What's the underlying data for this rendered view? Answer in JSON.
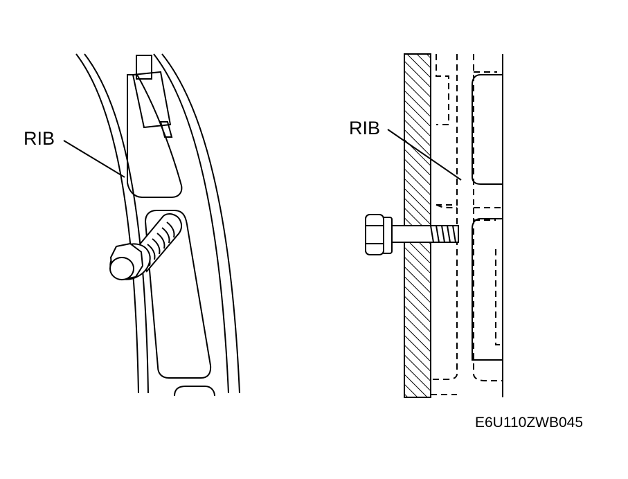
{
  "labels": {
    "left_rib": "RIB",
    "right_rib": "RIB",
    "figure_code": "E6U110ZWB045"
  },
  "colors": {
    "ink": "#000000",
    "paper": "#ffffff",
    "bolt_fill": "#ffffff"
  }
}
